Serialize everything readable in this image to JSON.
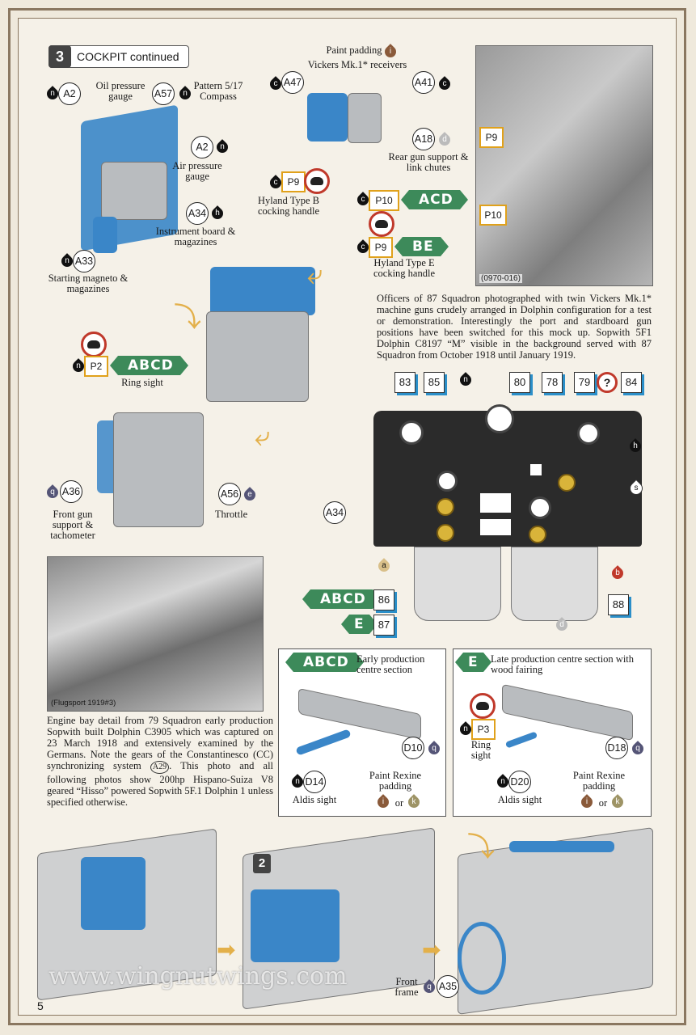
{
  "section": {
    "number": "3",
    "title": "COCKPIT continued"
  },
  "callouts": {
    "a2_oil": {
      "code": "A2",
      "paint": "n",
      "label": "Oil pressure gauge"
    },
    "a57": {
      "code": "A57",
      "paint": "n",
      "label": "Pattern 5/17 Compass"
    },
    "a2_air": {
      "code": "A2",
      "paint": "n",
      "label": "Air pressure gauge"
    },
    "a34_board": {
      "code": "A34",
      "paint": "h",
      "label": "Instrument board & magazines"
    },
    "a33": {
      "code": "A33",
      "paint": "n",
      "label": "Starting magneto & magazines"
    },
    "paint_padding": {
      "label": "Paint padding",
      "paint": "i"
    },
    "vickers": {
      "label": "Vickers Mk.1* receivers"
    },
    "a47": {
      "code": "A47",
      "paint": "c"
    },
    "a41": {
      "code": "A41",
      "paint": "c"
    },
    "a18": {
      "code": "A18",
      "paint": "d",
      "label": "Rear gun support & link chutes"
    },
    "p9_b": {
      "code": "P9",
      "paint": "c",
      "label": "Hyland Type B cocking handle"
    },
    "p10": {
      "code": "P10",
      "paint": "c",
      "scheme": "ACD"
    },
    "p9_e": {
      "code": "P9",
      "paint": "c",
      "scheme": "BE",
      "label": "Hyland Type E cocking handle"
    },
    "p2": {
      "code": "P2",
      "paint": "n",
      "scheme": "ABCD",
      "label": "Ring sight"
    },
    "a36": {
      "code": "A36",
      "paint": "q",
      "label": "Front gun support & tachometer"
    },
    "a56": {
      "code": "A56",
      "paint": "e",
      "label": "Throttle"
    }
  },
  "photo1": {
    "id": "(0970-016)",
    "tags": [
      "P9",
      "P10"
    ],
    "caption": "Officers of 87 Squadron photographed with twin Vickers Mk.1* machine guns crudely arranged in Dolphin configuration for a test or demonstration. Interestingly the port and stardboard gun positions have been switched for this mock up. Sopwith 5F1 Dolphin C8197 “M” visible in the background served with 87 Squadron from October 1918 until January 1919."
  },
  "decals": {
    "top": [
      "83",
      "85",
      "80",
      "78",
      "79",
      "84"
    ],
    "n_paint": "n",
    "question": "?",
    "h_paint": "h",
    "s_paint": "s",
    "a_paint": "a",
    "b_paint": "b",
    "d_paint": "d",
    "a34": "A34",
    "d86_scheme": "ABCD",
    "d86": "86",
    "d87_scheme": "E",
    "d87": "87",
    "d88": "88"
  },
  "photo2": {
    "credit": "(Flugsport 1919#3)",
    "caption_pre": "Engine bay detail from 79 Squadron early production Sopwith built Dolphin C3905 which was captured on 23 March 1918 and extensively examined by the Germans. Note the gears of the Constantinesco (CC) synchronizing system",
    "caption_ref": "A29",
    "caption_post": ". This photo and all following photos show 200hp Hispano-Suiza V8 geared “Hisso” powered Sopwith 5F.1 Dolphin 1 unless specified otherwise."
  },
  "box_early": {
    "scheme": "ABCD",
    "title": "Early production centre section",
    "d10": {
      "code": "D10",
      "paint": "q"
    },
    "d14": {
      "code": "D14",
      "paint": "n",
      "label": "Aldis sight"
    },
    "paint_label": "Paint Rexine padding",
    "paint_i": "i",
    "or": "or",
    "paint_k": "k"
  },
  "box_late": {
    "scheme": "E",
    "title": "Late production centre section with wood fairing",
    "p3": {
      "code": "P3",
      "paint": "n",
      "label": "Ring sight"
    },
    "d18": {
      "code": "D18",
      "paint": "q"
    },
    "d20": {
      "code": "D20",
      "paint": "n",
      "label": "Aldis sight"
    },
    "paint_label": "Paint Rexine padding",
    "paint_i": "i",
    "or": "or",
    "paint_k": "k"
  },
  "bottom": {
    "step": "2",
    "a35": {
      "code": "A35",
      "paint": "q",
      "label": "Front frame"
    },
    "watermark": "www.wingnutwings.com",
    "page_number": "5"
  },
  "colors": {
    "accent_green": "#3d8a5a",
    "part_blue": "#3a86c8",
    "decal_blue": "#2b8fc9",
    "cocking_gold": "#e0a11b"
  }
}
